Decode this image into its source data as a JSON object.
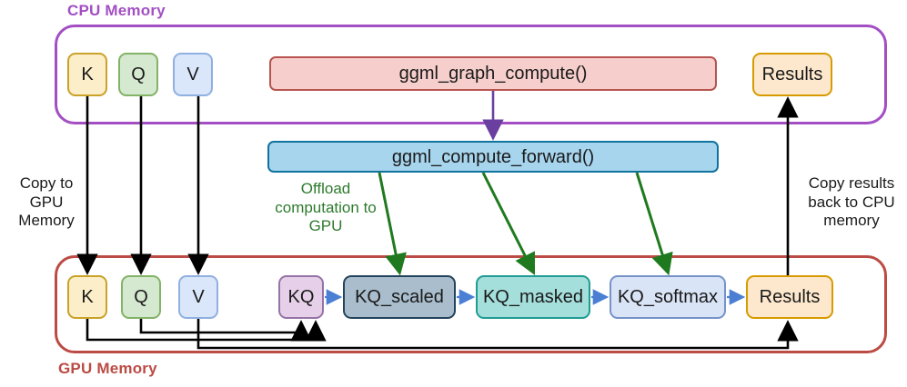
{
  "diagram": {
    "title_cpu": "CPU Memory",
    "title_gpu": "GPU Memory",
    "colors": {
      "cpu_border": "#a34fc4",
      "gpu_border": "#bb4b44",
      "arrow_black": "#000000",
      "arrow_purple": "#6b3fa0",
      "arrow_green": "#1f7a1f",
      "arrow_blue": "#4a7fd4",
      "label_green": "#2d7a2d"
    },
    "cpu_region": {
      "label": "CPU Memory",
      "nodes": [
        {
          "id": "cpu-k",
          "label": "K",
          "fill": "#fceec9",
          "stroke": "#c9a227"
        },
        {
          "id": "cpu-q",
          "label": "Q",
          "fill": "#d5e8d0",
          "stroke": "#82b366"
        },
        {
          "id": "cpu-v",
          "label": "V",
          "fill": "#dae7fa",
          "stroke": "#8fb0e0"
        },
        {
          "id": "ggml-graph-compute",
          "label": "ggml_graph_compute()",
          "fill": "#f6cecb",
          "stroke": "#b85450"
        },
        {
          "id": "cpu-results",
          "label": "Results",
          "fill": "#fde8cd",
          "stroke": "#d79b00"
        }
      ]
    },
    "middle": {
      "nodes": [
        {
          "id": "ggml-compute-forward",
          "label": "ggml_compute_forward()",
          "fill": "#a7d5ee",
          "stroke": "#10739e"
        }
      ]
    },
    "gpu_region": {
      "label": "GPU Memory",
      "nodes": [
        {
          "id": "gpu-k",
          "label": "K",
          "fill": "#fceec9",
          "stroke": "#c9a227"
        },
        {
          "id": "gpu-q",
          "label": "Q",
          "fill": "#d5e8d0",
          "stroke": "#82b366"
        },
        {
          "id": "gpu-v",
          "label": "V",
          "fill": "#dae7fa",
          "stroke": "#8fb0e0"
        },
        {
          "id": "gpu-kq",
          "label": "KQ",
          "fill": "#e6cfe8",
          "stroke": "#9673a6"
        },
        {
          "id": "gpu-kq-scaled",
          "label": "KQ_scaled",
          "fill": "#a9bdcc",
          "stroke": "#23445d"
        },
        {
          "id": "gpu-kq-masked",
          "label": "KQ_masked",
          "fill": "#a5dfdb",
          "stroke": "#1f9c93"
        },
        {
          "id": "gpu-kq-softmax",
          "label": "KQ_softmax",
          "fill": "#dae4f7",
          "stroke": "#7593c9"
        },
        {
          "id": "gpu-results",
          "label": "Results",
          "fill": "#fde8cd",
          "stroke": "#d79b00"
        }
      ]
    },
    "annotations": [
      {
        "id": "copy-to-gpu",
        "text": "Copy to\nGPU\nMemory",
        "color": "#1a1a1a"
      },
      {
        "id": "offload-to-gpu",
        "text": "Offload\ncomputation to\nGPU",
        "color": "#2d7a2d"
      },
      {
        "id": "copy-back-to-cpu",
        "text": "Copy results\nback to CPU\nmemory",
        "color": "#1a1a1a"
      }
    ]
  }
}
